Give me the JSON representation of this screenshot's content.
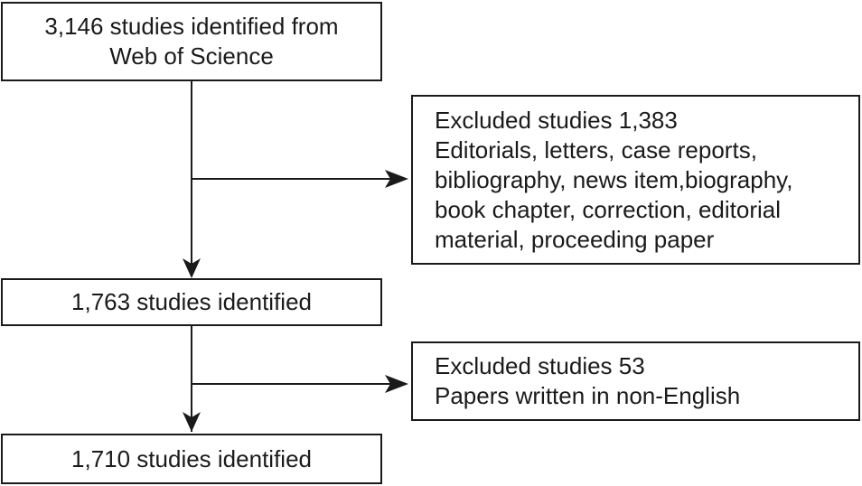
{
  "flow": {
    "box1": {
      "lines": [
        "3,146 studies identified from",
        "Web of Science"
      ]
    },
    "box2": {
      "lines": [
        "1,763 studies identified"
      ]
    },
    "box3": {
      "lines": [
        "1,710 studies identified"
      ]
    }
  },
  "exclusions": {
    "ex1": {
      "lines": [
        "Excluded studies 1,383",
        "Editorials, letters, case reports,",
        "bibliography, news item,biography,",
        "book chapter, correction, editorial",
        "material, proceeding paper"
      ]
    },
    "ex2": {
      "lines": [
        "Excluded studies 53",
        "Papers written in non-English"
      ]
    }
  },
  "colors": {
    "stroke": "#1a1a1a",
    "background": "#ffffff"
  }
}
